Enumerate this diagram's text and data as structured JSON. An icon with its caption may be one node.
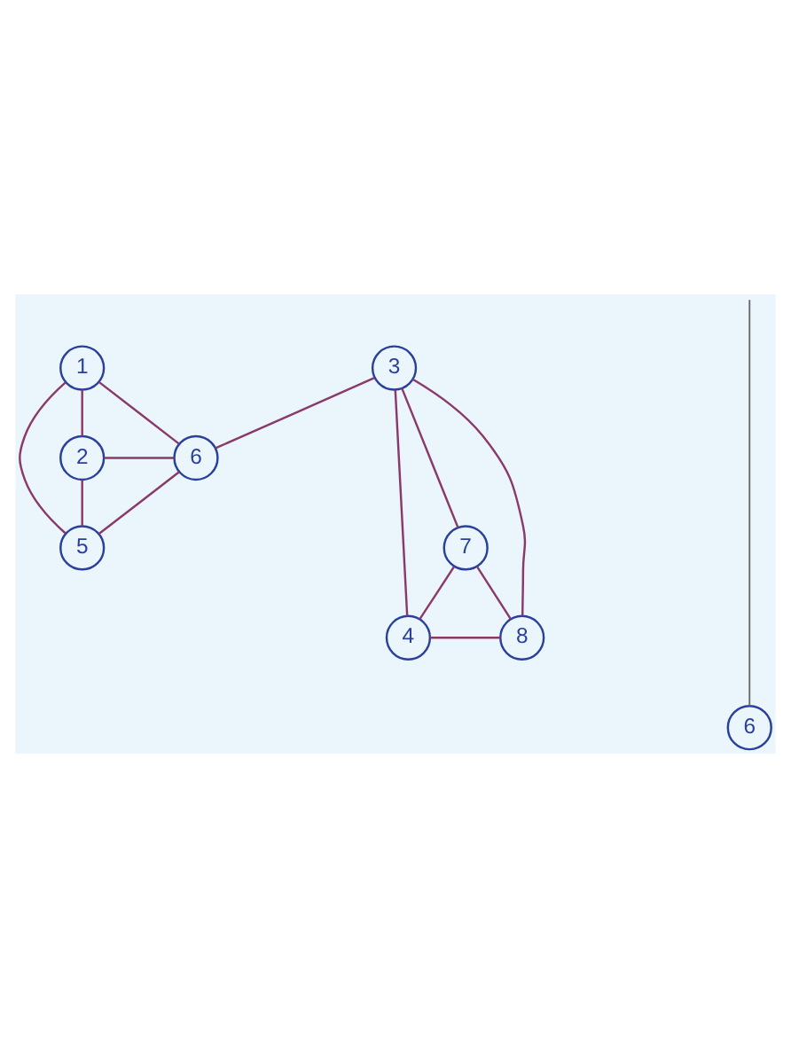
{
  "diagram": {
    "nodes": [
      {
        "text": [
          "1"
        ]
      },
      {
        "text": [
          "3"
        ]
      },
      {
        "text": [
          "2"
        ]
      },
      {
        "text": [
          "6"
        ]
      },
      {
        "text": [
          "5"
        ]
      },
      {
        "text": [
          "7"
        ]
      },
      {
        "text": [
          "4"
        ]
      },
      {
        "text": [
          "8"
        ]
      },
      {
        "text": [
          "6"
        ]
      }
    ],
    "edges": [
      {
        "from": 0,
        "to": 2,
        "arrow": "none"
      },
      {
        "from": 0,
        "to": 4,
        "arrow": "none"
      },
      {
        "from": 0,
        "to": 3,
        "arrow": "none"
      },
      {
        "from": 2,
        "to": 3,
        "arrow": "none"
      },
      {
        "from": 2,
        "to": 4,
        "arrow": "none"
      },
      {
        "from": 4,
        "to": 3,
        "arrow": "none"
      },
      {
        "from": 1,
        "to": 3,
        "arrow": "none"
      },
      {
        "from": 1,
        "to": 6,
        "arrow": "none"
      },
      {
        "from": 1,
        "to": 5,
        "arrow": "none"
      },
      {
        "from": 1,
        "to": 7,
        "arrow": "none"
      },
      {
        "from": 5,
        "to": 6,
        "arrow": "none"
      },
      {
        "from": 5,
        "to": 7,
        "arrow": "none"
      },
      {
        "from": 6,
        "to": 7,
        "arrow": "none"
      },
      {
        "from": null,
        "to": 8,
        "arrow": "none",
        "color": "#666666"
      }
    ]
  }
}
